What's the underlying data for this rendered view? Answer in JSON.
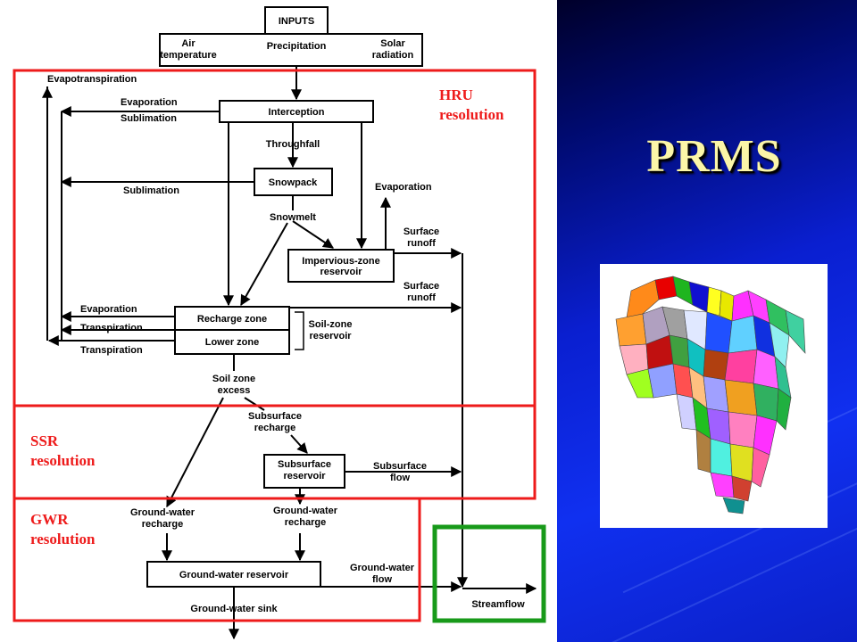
{
  "slide": {
    "title": "PRMS",
    "colors": {
      "panel_blue": "#0a1fd0",
      "title_yellow": "#fbf6a8",
      "region_red": "#ee1b1b",
      "stream_green": "#189a1a"
    }
  },
  "regions": {
    "hru": "HRU\nresolution",
    "ssr": "SSR\nresolution",
    "gwr": "GWR\nresolution"
  },
  "flowchart": {
    "inputs": "INPUTS",
    "air_temperature": [
      "Air",
      "temperature"
    ],
    "precipitation": "Precipitation",
    "solar_radiation": [
      "Solar",
      "radiation"
    ],
    "evapotranspiration": "Evapotranspiration",
    "evaporation_1": "Evaporation",
    "sublimation_1": "Sublimation",
    "interception": "Interception",
    "throughfall": "Throughfall",
    "snowpack": "Snowpack",
    "sublimation_2": "Sublimation",
    "evaporation_2": "Evaporation",
    "snowmelt": "Snowmelt",
    "surface_runoff_1": [
      "Surface",
      "runoff"
    ],
    "impervious_reservoir": [
      "Impervious-zone",
      "reservoir"
    ],
    "surface_runoff_2": [
      "Surface",
      "runoff"
    ],
    "evaporation_3": "Evaporation",
    "transpiration_1": "Transpiration",
    "transpiration_2": "Transpiration",
    "recharge_zone": "Recharge zone",
    "lower_zone": "Lower zone",
    "soil_zone_reservoir": [
      "Soil-zone",
      "reservoir"
    ],
    "soil_zone_excess": [
      "Soil zone",
      "excess"
    ],
    "subsurface_recharge": [
      "Subsurface",
      "recharge"
    ],
    "subsurface_reservoir": [
      "Subsurface",
      "reservoir"
    ],
    "subsurface_flow": [
      "Subsurface",
      "flow"
    ],
    "gw_recharge_1": [
      "Ground-water",
      "recharge"
    ],
    "gw_recharge_2": [
      "Ground-water",
      "recharge"
    ],
    "gw_reservoir": "Ground-water reservoir",
    "gw_flow": [
      "Ground-water",
      "flow"
    ],
    "gw_sink": "Ground-water sink",
    "streamflow": "Streamflow"
  }
}
